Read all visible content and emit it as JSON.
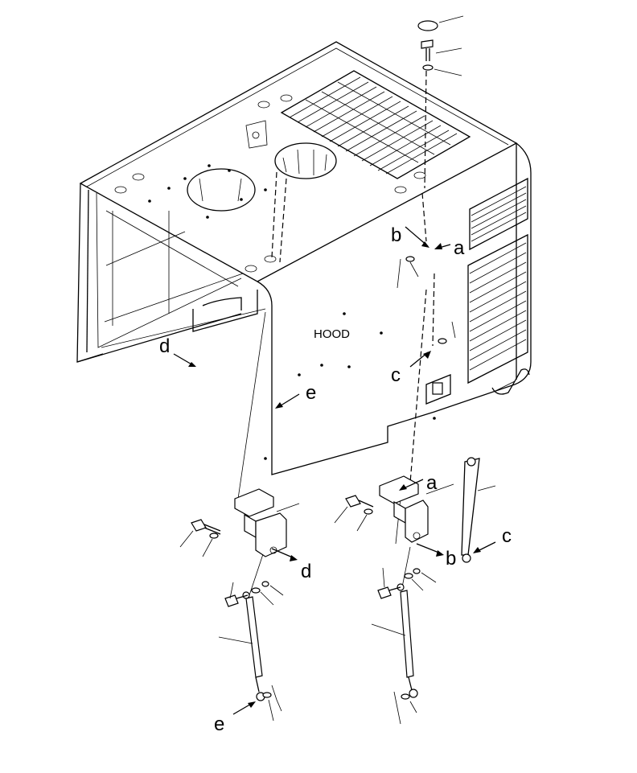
{
  "diagram": {
    "title": "HOOD",
    "callouts": {
      "a": "a",
      "b": "b",
      "c": "c",
      "d": "d",
      "e": "e"
    }
  }
}
